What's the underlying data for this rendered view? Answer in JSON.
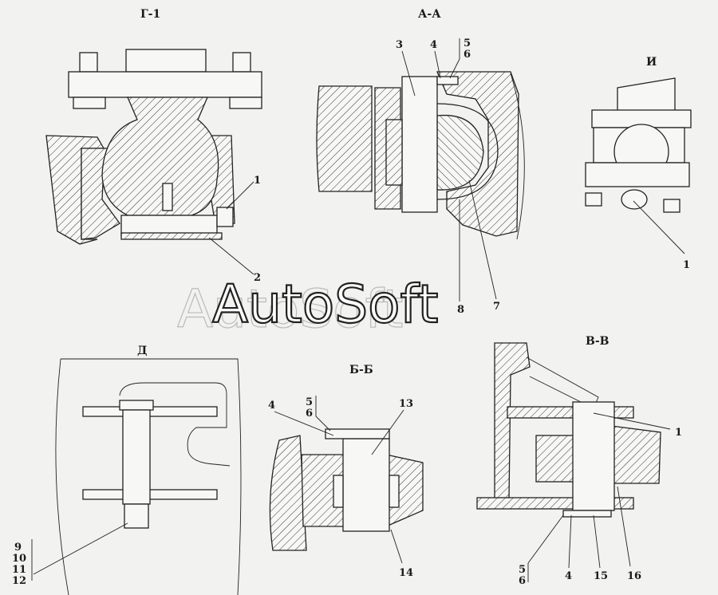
{
  "views": {
    "g1": {
      "title": "Г-1",
      "labels": [
        "1",
        "2"
      ]
    },
    "aa": {
      "title": "А-А",
      "labels": [
        "3",
        "4",
        "5",
        "6",
        "7",
        "8"
      ]
    },
    "i": {
      "title": "И",
      "labels": [
        "1"
      ]
    },
    "d": {
      "title": "Д",
      "labels": [
        "9",
        "10",
        "11",
        "12"
      ]
    },
    "bb": {
      "title": "Б-Б",
      "labels": [
        "4",
        "5",
        "6",
        "13",
        "14"
      ]
    },
    "vv": {
      "title": "В-В",
      "labels": [
        "1",
        "4",
        "5",
        "6",
        "15",
        "16"
      ]
    }
  },
  "watermark": "AutoSoft"
}
